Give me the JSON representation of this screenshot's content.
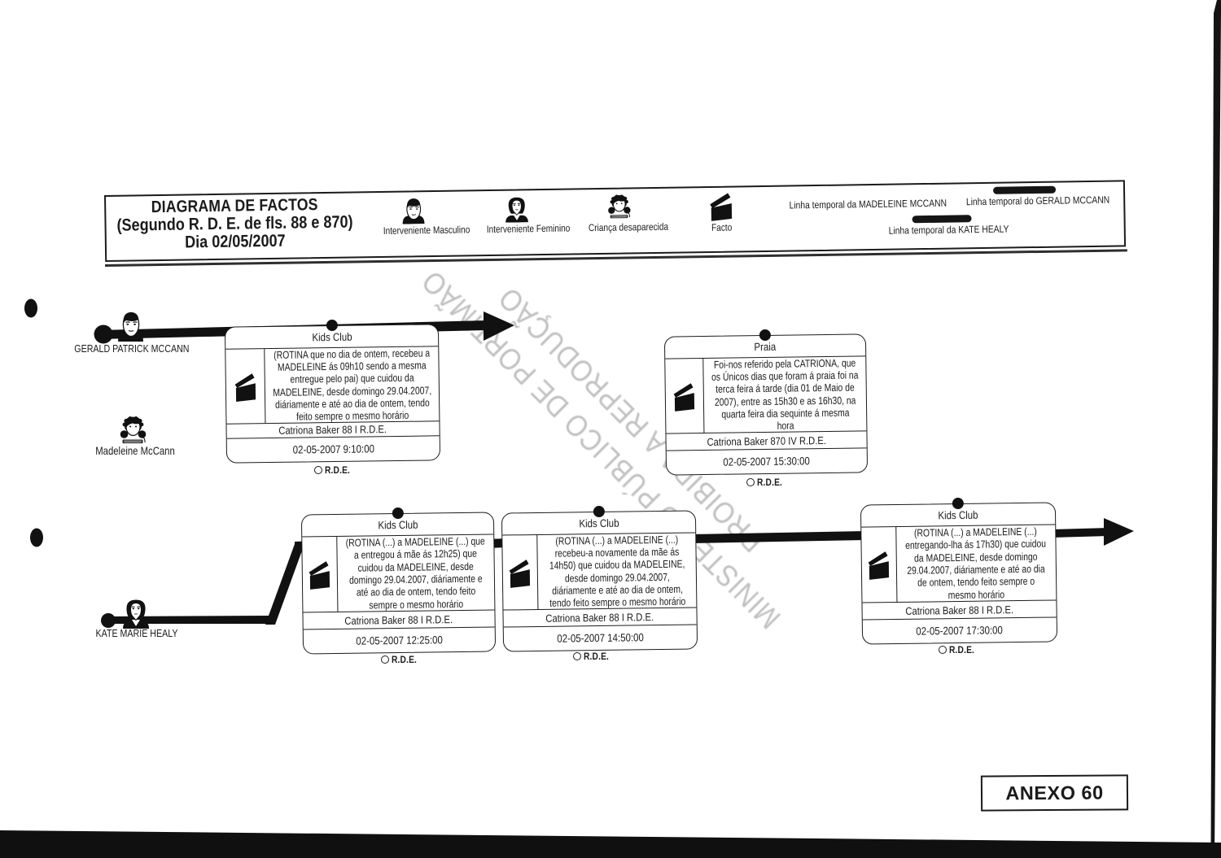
{
  "header": {
    "title_line1": "DIAGRAMA DE FACTOS",
    "title_line2": "(Segundo R. D. E. de fls. 88 e 870)",
    "title_line3": "Dia 02/05/2007",
    "legend": {
      "male": "Interveniente Masculino",
      "female": "Interveniente Feminino",
      "child": "Criança desaparecida",
      "fact": "Facto",
      "timeline_madeleine": "Linha temporal da MADELEINE MCCANN",
      "timeline_gerald": "Linha temporal do GERALD MCCANN",
      "timeline_kate": "Linha temporal da KATE HEALY"
    }
  },
  "watermark": {
    "line1": "MINISTÉRIO PÚBLICO DE PORTIMÃO",
    "line2": "PROIBIDA A REPRODUÇÃO"
  },
  "persons": {
    "gerald": "GERALD PATRICK MCCANN",
    "madeleine": "Madeleine McCann",
    "kate": "KATE MARIE HEALY"
  },
  "boxes": [
    {
      "title": "Kids Club",
      "body": "(ROTINA que no dia de ontem, recebeu a\nMADELEINE ás 09h10 sendo a mesma\nentregue pelo pai) que cuidou da\nMADELEINE, desde domingo 29.04.2007,\ndiáriamente e até ao dia de ontem, tendo\nfeito sempre o mesmo horário",
      "source": "Catriona Baker 88 I R.D.E.",
      "time": "02-05-2007 9:10:00",
      "rde": "R.D.E."
    },
    {
      "title": "Praia",
      "body": "Foi-nos referido pela CATRIONA, que\nos Únicos dias que foram á praia foi na\nterca feira á tarde (dia 01 de Maio de\n2007), entre as 15h30 e as 16h30, na\nquarta feira dia sequinte á mesma\nhora",
      "source": "Catriona Baker 870 IV R.D.E.",
      "time": "02-05-2007 15:30:00",
      "rde": "R.D.E."
    },
    {
      "title": "Kids Club",
      "body": "(ROTINA (...) a MADELEINE (...) que\na entregou á mãe ás 12h25) que\ncuidou da MADELEINE, desde\ndomingo 29.04.2007, diáriamente e\naté ao dia de ontem, tendo feito\nsempre o mesmo horário",
      "source": "Catriona Baker 88 I R.D.E.",
      "time": "02-05-2007 12:25:00",
      "rde": "R.D.E."
    },
    {
      "title": "Kids Club",
      "body": "(ROTINA (...) a MADELEINE (...)\nrecebeu-a novamente da mãe ás\n14h50) que cuidou da MADELEINE,\ndesde domingo 29.04.2007,\ndiáriamente e até ao dia de ontem,\ntendo feito sempre o mesmo horário",
      "source": "Catriona Baker 88 I R.D.E.",
      "time": "02-05-2007 14:50:00",
      "rde": "R.D.E."
    },
    {
      "title": "Kids Club",
      "body": "(ROTINA (...) a MADELEINE (...)\nentregando-lha ás 17h30) que cuidou\nda MADELEINE, desde domingo\n29.04.2007, diáriamente e até ao dia\nde ontem, tendo feito sempre o\nmesmo horário",
      "source": "Catriona Baker 88 I R.D.E.",
      "time": "02-05-2007 17:30:00",
      "rde": "R.D.E."
    }
  ],
  "footer": {
    "anexo": "ANEXO 60"
  },
  "colors": {
    "ink": "#1b1b1b",
    "watermark_gray": "#b2b2b2",
    "paper": "#ffffff"
  }
}
